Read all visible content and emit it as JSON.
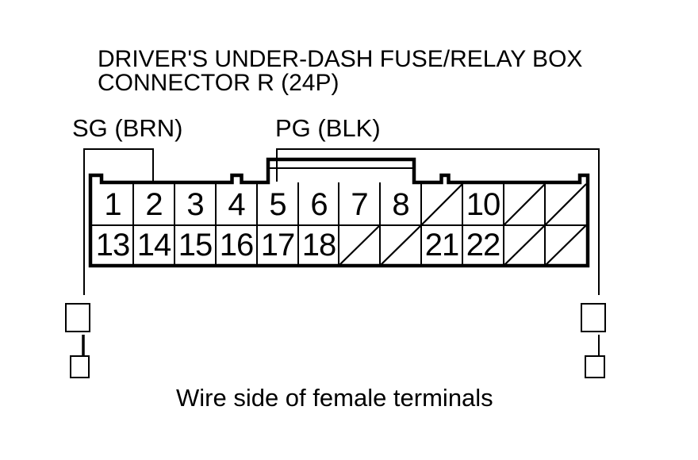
{
  "title": {
    "line1": "DRIVER'S UNDER-DASH FUSE/RELAY BOX",
    "line2": "CONNECTOR R (24P)"
  },
  "wire_labels": {
    "sg": "SG (BRN)",
    "pg": "PG (BLK)"
  },
  "connector": {
    "rows": 2,
    "columns": 12,
    "pins": {
      "row1": [
        "1",
        "2",
        "3",
        "4",
        "5",
        "6",
        "7",
        "8",
        null,
        "10",
        null,
        null
      ],
      "row2": [
        "13",
        "14",
        "15",
        "16",
        "17",
        "18",
        null,
        null,
        "21",
        "22",
        null,
        null
      ]
    },
    "blocked_cells_row1_columns": [
      9,
      11,
      12
    ],
    "blocked_cells_row2_columns": [
      7,
      8,
      11,
      12
    ],
    "blocked_marker": "diagonal-slash"
  },
  "caption": "Wire side of female terminals",
  "colors": {
    "ink": "#000000",
    "paper": "#ffffff"
  }
}
